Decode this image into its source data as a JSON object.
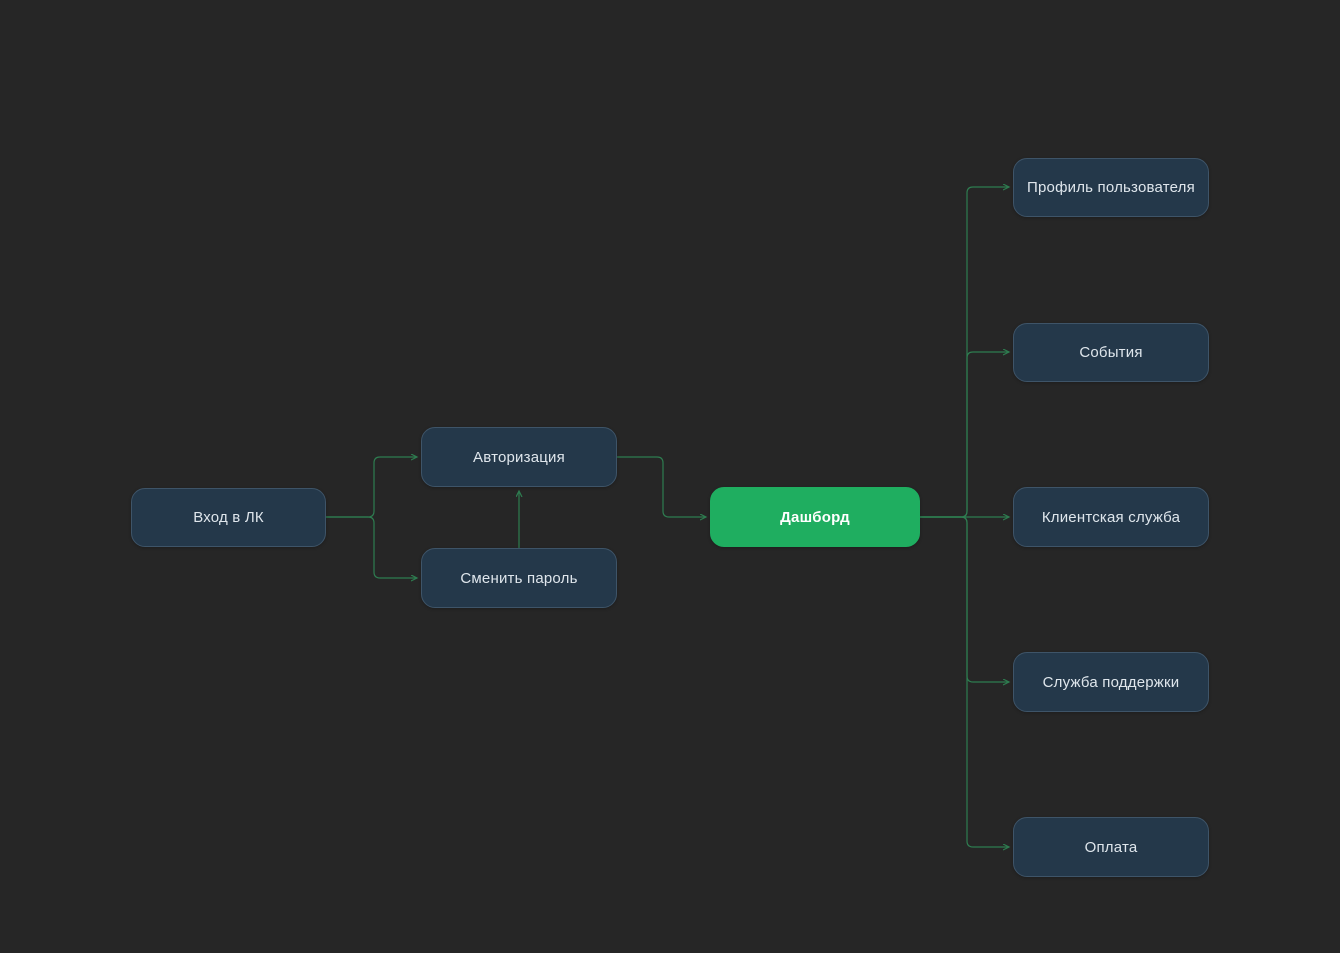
{
  "diagram": {
    "type": "flowchart",
    "background_color": "#262626",
    "colors": {
      "node_fill": "#24384a",
      "node_border": "#3e5468",
      "node_text": "#dfe6ec",
      "accent_green": "#1fae60",
      "accent_text": "#ffffff",
      "connector_green": "#2e7d50"
    },
    "nodes": [
      {
        "id": "login",
        "label": "Вход в ЛК",
        "style": "dark"
      },
      {
        "id": "auth",
        "label": "Авторизация",
        "style": "dark"
      },
      {
        "id": "passwd",
        "label": "Сменить пароль",
        "style": "dark"
      },
      {
        "id": "dash",
        "label": "Дашборд",
        "style": "green-accent"
      },
      {
        "id": "profile",
        "label": "Профиль пользователя",
        "style": "dark"
      },
      {
        "id": "events",
        "label": "События",
        "style": "dark"
      },
      {
        "id": "client",
        "label": "Клиентская служба",
        "style": "dark"
      },
      {
        "id": "support",
        "label": "Служба поддержки",
        "style": "dark"
      },
      {
        "id": "payment",
        "label": "Оплата",
        "style": "dark"
      }
    ],
    "edges": [
      {
        "from": "Вход в ЛК",
        "to": "Авторизация"
      },
      {
        "from": "Вход в ЛК",
        "to": "Сменить пароль"
      },
      {
        "from": "Сменить пароль",
        "to": "Авторизация"
      },
      {
        "from": "Авторизация",
        "to": "Дашборд"
      },
      {
        "from": "Дашборд",
        "to": "Профиль пользователя"
      },
      {
        "from": "Дашборд",
        "to": "События"
      },
      {
        "from": "Дашборд",
        "to": "Клиентская служба"
      },
      {
        "from": "Дашборд",
        "to": "Служба поддержки"
      },
      {
        "from": "Дашборд",
        "to": "Оплата"
      }
    ]
  }
}
